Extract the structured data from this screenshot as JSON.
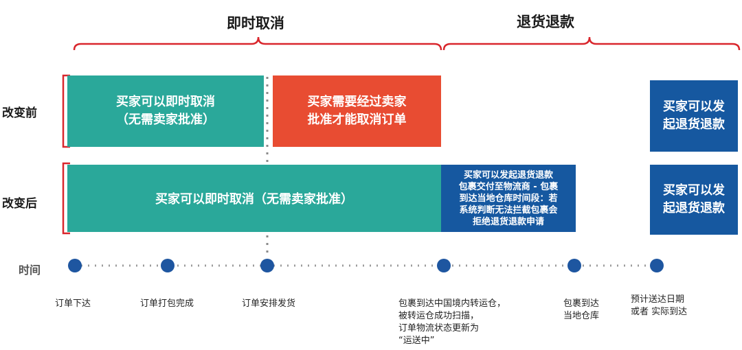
{
  "headers": {
    "immediate_cancel": "即时取消",
    "return_refund": "退货退款"
  },
  "row_labels": {
    "before": "改变前",
    "after": "改变后"
  },
  "before": {
    "immediate_box": "买家可以即时取消\n（无需卖家批准）",
    "seller_approval_box": "买家需要经过卖家\n批准才能取消订单",
    "return_box": "买家可以发\n起退货退款"
  },
  "after": {
    "immediate_box": "买家可以即时取消（无需卖家批准）",
    "intercept_box": "买家可以发起退货退款\n包裹交付至物流商 - 包裹\n到达当地仓库时间段：若\n系统判断无法拦截包裹会\n拒绝退货退款申请",
    "return_box": "买家可以发\n起退货退款"
  },
  "timeline": {
    "label": "时间",
    "milestones": [
      "订单下达",
      "订单打包完成",
      "订单安排发货",
      "包裹到达中国境内转运仓，\n被转运仓成功扫描，\n订单物流状态更新为\n“运送中”",
      "包裹到达\n当地仓库",
      "预计送达日期\n或者 实际到达"
    ]
  },
  "colors": {
    "teal": "#2aa89a",
    "red": "#e84c32",
    "blue": "#1658a0",
    "bracket_red": "#d9262c",
    "dot_blue": "#1e56a0"
  }
}
